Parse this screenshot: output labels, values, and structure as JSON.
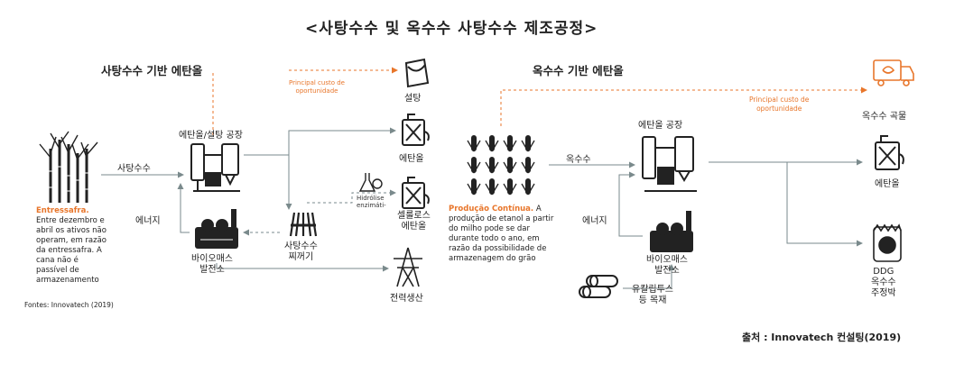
{
  "title": "<사탕수수 및 옥수수 사탕수수 제조공정>",
  "sugarcane": {
    "heading": "사탕수수 기반 에탄올",
    "note_bold": "Entressafra.",
    "note_rest": " Entre dezembro e abril os ativos não operam, em razão da entressafra. A cana não é passível de armazenamento",
    "input_label": "사탕수수",
    "plant_label": "에탄올/설탕 공장",
    "energy_label": "에너지",
    "biomass_plant": [
      "바이오매스",
      "발전소"
    ],
    "opportunity_cost": [
      "Principal custo de",
      "oportunidade"
    ],
    "sugar": "설탕",
    "ethanol": "에탄올",
    "hydrolysis": [
      "Hidrólise",
      "enzimáti‐"
    ],
    "cellulosic": [
      "셀룰로스",
      "에탄올"
    ],
    "bagasse": [
      "사탕수수",
      "찌꺼기"
    ],
    "power": "전력생산"
  },
  "corn": {
    "heading": "옥수수 기반 에탄올",
    "note_bold": "Produção Contínua.",
    "note_rest": " A produção de etanol a partir do milho pode se dar durante todo o ano, em razão da possibilidade de armazenagem do grão",
    "input_label": "옥수수",
    "plant_label": "에탄올 공장",
    "energy_label": "에너지",
    "biomass_plant": [
      "바이오매스",
      "발전소"
    ],
    "eucalyptus": [
      "유칼립투스",
      "등 목재"
    ],
    "opportunity_cost": [
      "Principal custo de",
      "oportunidade"
    ],
    "grain": "옥수수 곡물",
    "ethanol": "에탄올",
    "ddg": [
      "DDG",
      "옥수수",
      "주정박"
    ]
  },
  "fontes": "Fontes: Innovatech (2019)",
  "source": "출처 : Innovatech 컨설팅(2019)",
  "colors": {
    "accent": "#e8762b",
    "line": "#7a8a8c",
    "icon": "#222222"
  }
}
